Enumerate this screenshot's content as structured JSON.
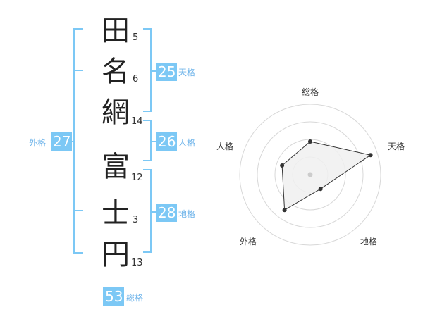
{
  "characters": [
    {
      "char": "田",
      "strokes": "5"
    },
    {
      "char": "名",
      "strokes": "6"
    },
    {
      "char": "網",
      "strokes": "14"
    },
    {
      "char": "富",
      "strokes": "12"
    },
    {
      "char": "士",
      "strokes": "3"
    },
    {
      "char": "円",
      "strokes": "13"
    }
  ],
  "kaku": {
    "tenkaku": {
      "value": "25",
      "label": "天格"
    },
    "jinkaku": {
      "value": "26",
      "label": "人格"
    },
    "chikaku": {
      "value": "28",
      "label": "地格"
    },
    "gaikaku": {
      "value": "27",
      "label": "外格"
    },
    "soukaku": {
      "value": "53",
      "label": "総格"
    }
  },
  "chart_data": {
    "type": "radar",
    "axes": [
      "総格",
      "天格",
      "地格",
      "外格",
      "人格"
    ],
    "values": [
      0.47,
      0.9,
      0.25,
      0.62,
      0.42
    ],
    "rings": 4,
    "colors": {
      "fill": "#f0f0f0",
      "line": "#333333",
      "ring": "#d8d8d8",
      "center": "#cccccc"
    }
  },
  "colors": {
    "accent": "#7cc8f5",
    "label": "#6fb4ea"
  }
}
